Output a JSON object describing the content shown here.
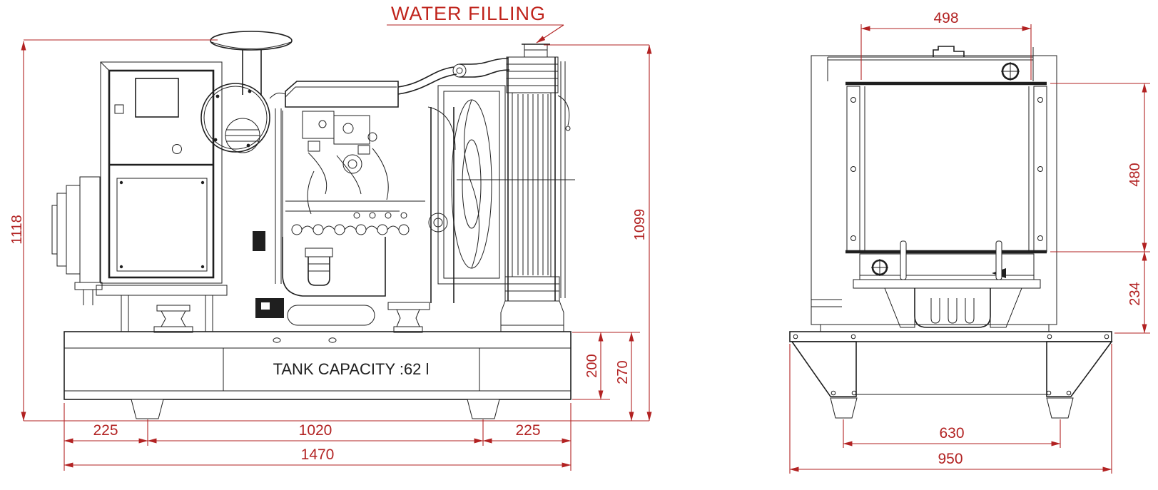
{
  "drawing": {
    "background": "#ffffff",
    "line_color": "#1f1f1f",
    "dimension_color": "#b22222",
    "front_view": {
      "water_filling_label": "WATER FILLING",
      "tank_capacity_label": "TANK CAPACITY :62 l",
      "dimensions": {
        "overall_height": "1118",
        "radiator_height": "1099",
        "tank_height": "200",
        "base_height": "270",
        "left_foot_offset": "225",
        "foot_spacing": "1020",
        "right_foot_offset": "225",
        "overall_length": "1470"
      }
    },
    "side_view": {
      "dimensions": {
        "radiator_width": "498",
        "radiator_core_height": "480",
        "lower_section_height": "234",
        "foot_spacing": "630",
        "overall_width": "950"
      }
    }
  }
}
